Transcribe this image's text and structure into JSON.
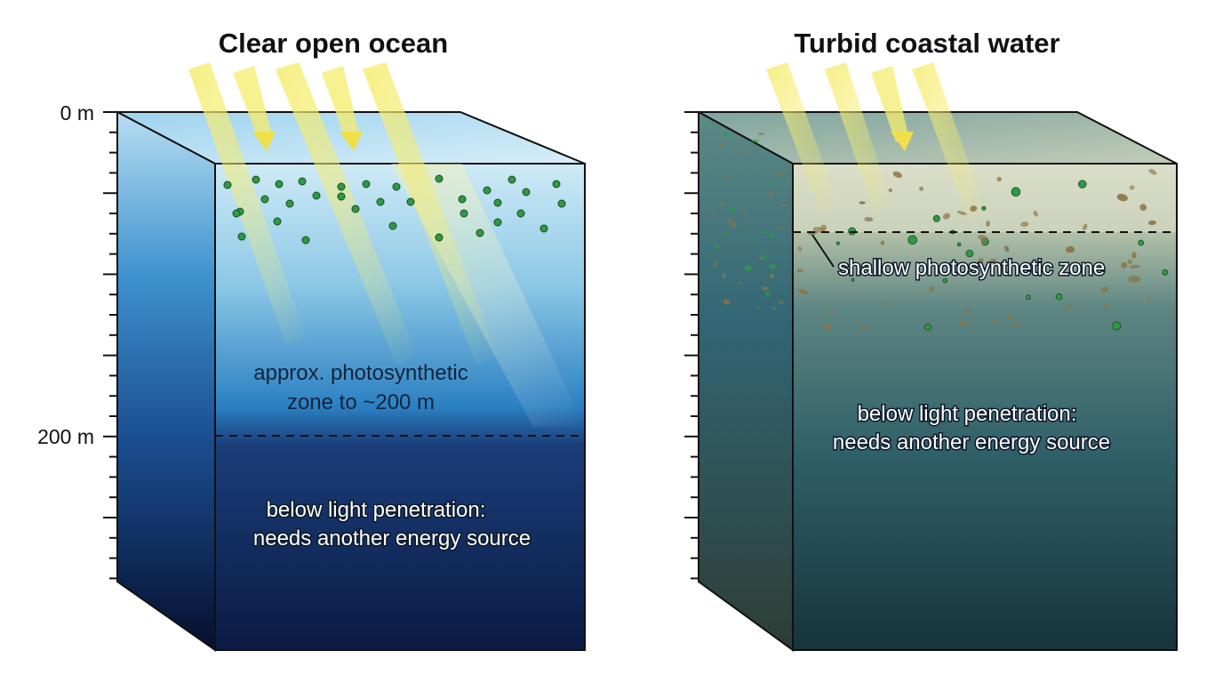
{
  "panels": {
    "clear": {
      "title": "Clear open ocean"
    },
    "turbid": {
      "title": "Turbid coastal water"
    }
  },
  "depth_axis": {
    "top_label": "0 m",
    "mid_label": "200 m"
  },
  "labels": {
    "clear_zone_line1": "approx. photosynthetic",
    "clear_zone_line2": "zone to ~200 m",
    "clear_below_line1": "below light penetration:",
    "clear_below_line2": "needs another energy source",
    "turbid_zone": "shallow photosynthetic zone",
    "turbid_below_line1": "below light penetration:",
    "turbid_below_line2": "needs another energy source"
  },
  "colors": {
    "clear_surface": "#bfe3f3",
    "clear_mid": "#1a72b8",
    "clear_deep": "#0b1b45",
    "turbid_surface": "#b9c9b0",
    "turbid_mid": "#2f5f68",
    "turbid_deep": "#17333c",
    "sunlight": "#f5ec6e",
    "plankton": "#2f9a43",
    "sediment": "#8a7447"
  }
}
